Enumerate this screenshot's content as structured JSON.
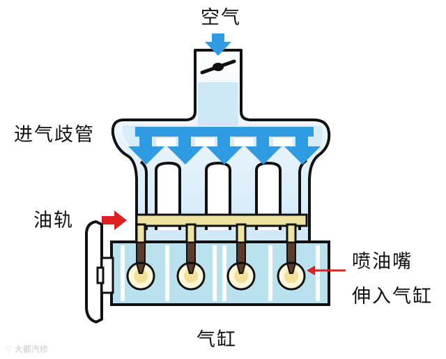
{
  "labels": {
    "air": "空气",
    "intake_manifold": "进气歧管",
    "fuel_rail": "油轨",
    "injector_line1": "喷油嘴",
    "injector_line2": "伸入气缸",
    "cylinder": "气缸"
  },
  "watermark": {
    "text": "大都汽修"
  },
  "colors": {
    "air_flow": "#2f9be3",
    "air_fill_light": "#d7ecf8",
    "cylinder_block": "#b9e2ee",
    "fuel_rail": "#efe3a0",
    "injector": "#5a3a28",
    "pointer_arrow": "#e02020",
    "outline": "#111111"
  },
  "cylinder_count": 4
}
